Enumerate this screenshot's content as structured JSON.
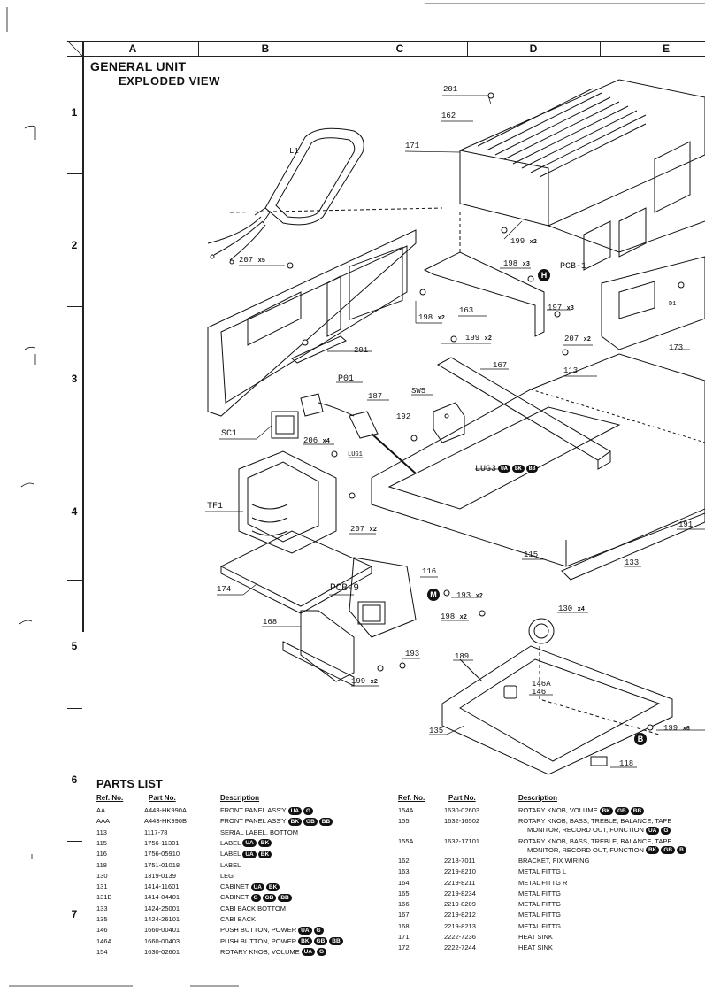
{
  "header": {
    "columns": [
      "A",
      "B",
      "C",
      "D",
      "E"
    ],
    "rows": [
      "1",
      "2",
      "3",
      "4",
      "5",
      "6",
      "7"
    ]
  },
  "title": {
    "line1": "GENERAL UNIT",
    "line2": "EXPLODED VIEW"
  },
  "callouts": [
    {
      "id": "c201a",
      "label": "201"
    },
    {
      "id": "c162",
      "label": "162"
    },
    {
      "id": "c171",
      "label": "171"
    },
    {
      "id": "cL1",
      "label": "L1"
    },
    {
      "id": "c199a",
      "label": "199",
      "qty": "x2"
    },
    {
      "id": "c207a",
      "label": "207",
      "qty": "x5"
    },
    {
      "id": "c198a",
      "label": "198",
      "qty": "x3"
    },
    {
      "id": "cPCB1",
      "label": "PCB-1"
    },
    {
      "id": "c163",
      "label": "163"
    },
    {
      "id": "c198b",
      "label": "198",
      "qty": "x2"
    },
    {
      "id": "c197",
      "label": "197",
      "qty": "x3"
    },
    {
      "id": "c199b",
      "label": "199",
      "qty": "x2"
    },
    {
      "id": "c207b",
      "label": "207",
      "qty": "x2"
    },
    {
      "id": "c201b",
      "label": "201"
    },
    {
      "id": "c173",
      "label": "173"
    },
    {
      "id": "c167",
      "label": "167"
    },
    {
      "id": "c113",
      "label": "113"
    },
    {
      "id": "cP01",
      "label": "P01"
    },
    {
      "id": "c187",
      "label": "187"
    },
    {
      "id": "cSW5",
      "label": "SW5"
    },
    {
      "id": "cSC1",
      "label": "SC1"
    },
    {
      "id": "c192",
      "label": "192"
    },
    {
      "id": "c206",
      "label": "206",
      "qty": "x4"
    },
    {
      "id": "cLUG1",
      "label": "LUG1"
    },
    {
      "id": "cLUG3",
      "label": "LUG3"
    },
    {
      "id": "cTF1",
      "label": "TF1"
    },
    {
      "id": "c207c",
      "label": "207",
      "qty": "x2"
    },
    {
      "id": "c191",
      "label": "191"
    },
    {
      "id": "c115",
      "label": "115"
    },
    {
      "id": "c116",
      "label": "116"
    },
    {
      "id": "c133",
      "label": "133"
    },
    {
      "id": "c174",
      "label": "174"
    },
    {
      "id": "cPCB9",
      "label": "PCB-9"
    },
    {
      "id": "c193a",
      "label": "193",
      "qty": "x2"
    },
    {
      "id": "c130",
      "label": "130",
      "qty": "x4"
    },
    {
      "id": "c198c",
      "label": "198",
      "qty": "x2"
    },
    {
      "id": "c168",
      "label": "168"
    },
    {
      "id": "c193b",
      "label": "193"
    },
    {
      "id": "c189",
      "label": "189"
    },
    {
      "id": "c199c",
      "label": "199",
      "qty": "x2"
    },
    {
      "id": "c146A",
      "label": "146A"
    },
    {
      "id": "c146",
      "label": "146"
    },
    {
      "id": "c199d",
      "label": "199",
      "qty": "x6"
    },
    {
      "id": "c135",
      "label": "135"
    },
    {
      "id": "c118",
      "label": "118"
    },
    {
      "id": "cD1",
      "label": "D1"
    }
  ],
  "markers": {
    "H": "H",
    "M": "M",
    "B": "B"
  },
  "parts_list": {
    "title": "PARTS LIST",
    "headers": {
      "ref": "Ref. No.",
      "part": "Part No.",
      "desc": "Description"
    },
    "left": [
      {
        "ref": "AA",
        "part": "A443-HK990A",
        "desc": "FRONT PANEL ASS'Y",
        "badges": [
          "UA",
          "G"
        ]
      },
      {
        "ref": "AAA",
        "part": "A443-HK990B",
        "desc": "FRONT PANEL ASS'Y",
        "badges": [
          "BK",
          "GB",
          "BB"
        ]
      },
      {
        "ref": "113",
        "part": "1117-78",
        "desc": "SERIAL LABEL, BOTTOM",
        "badges": []
      },
      {
        "ref": "115",
        "part": "1756-11301",
        "desc": "LABEL",
        "badges": [
          "UA",
          "BK"
        ]
      },
      {
        "ref": "116",
        "part": "1756-05910",
        "desc": "LABEL",
        "badges": [
          "UA",
          "BK"
        ]
      },
      {
        "ref": "118",
        "part": "1751-01018",
        "desc": "LABEL",
        "badges": []
      },
      {
        "ref": "130",
        "part": "1319-0139",
        "desc": "LEG",
        "badges": []
      },
      {
        "ref": "131",
        "part": "1414-11601",
        "desc": "CABINET",
        "badges": [
          "UA",
          "BK"
        ]
      },
      {
        "ref": "131B",
        "part": "1414-04401",
        "desc": "CABINET",
        "badges": [
          "G",
          "GB",
          "BB"
        ]
      },
      {
        "ref": "133",
        "part": "1424-25001",
        "desc": "CABI BACK BOTTOM",
        "badges": []
      },
      {
        "ref": "135",
        "part": "1424-26101",
        "desc": "CABI BACK",
        "badges": []
      },
      {
        "ref": "146",
        "part": "1660-00401",
        "desc": "PUSH BUTTON, POWER",
        "badges": [
          "UA",
          "G"
        ]
      },
      {
        "ref": "146A",
        "part": "1660-00403",
        "desc": "PUSH BUTTON, POWER",
        "badges": [
          "BK",
          "GB",
          "BB"
        ]
      },
      {
        "ref": "154",
        "part": "1630-02601",
        "desc": "ROTARY KNOB, VOLUME",
        "badges": [
          "UA",
          "G"
        ]
      }
    ],
    "right": [
      {
        "ref": "154A",
        "part": "1630-02603",
        "desc": "ROTARY KNOB, VOLUME",
        "badges": [
          "BK",
          "GB",
          "BB"
        ]
      },
      {
        "ref": "155",
        "part": "1632-16502",
        "desc": "ROTARY KNOB, BASS, TREBLE, BALANCE, TAPE",
        "desc2": "MONITOR, RECORD OUT, FUNCTION",
        "badges": [
          "UA",
          "G"
        ]
      },
      {
        "ref": "155A",
        "part": "1632-17101",
        "desc": "ROTARY KNOB, BASS, TREBLE, BALANCE, TAPE",
        "desc2": "MONITOR, RECORD OUT, FUNCTION",
        "badges": [
          "BK",
          "GB",
          "B"
        ]
      },
      {
        "ref": "162",
        "part": "2218-7011",
        "desc": "BRACKET, FIX WIRING",
        "badges": []
      },
      {
        "ref": "163",
        "part": "2219-8210",
        "desc": "METAL FITTG L",
        "badges": []
      },
      {
        "ref": "164",
        "part": "2219-8211",
        "desc": "METAL FITTG R",
        "badges": []
      },
      {
        "ref": "165",
        "part": "2219-8234",
        "desc": "METAL FITTG",
        "badges": []
      },
      {
        "ref": "166",
        "part": "2219-8209",
        "desc": "METAL FITTG",
        "badges": []
      },
      {
        "ref": "167",
        "part": "2219-8212",
        "desc": "METAL FITTG",
        "badges": []
      },
      {
        "ref": "168",
        "part": "2219-8213",
        "desc": "METAL FITTG",
        "badges": []
      },
      {
        "ref": "171",
        "part": "2222-7236",
        "desc": "HEAT SINK",
        "badges": []
      },
      {
        "ref": "172",
        "part": "2222-7244",
        "desc": "HEAT SINK",
        "badges": []
      }
    ]
  }
}
